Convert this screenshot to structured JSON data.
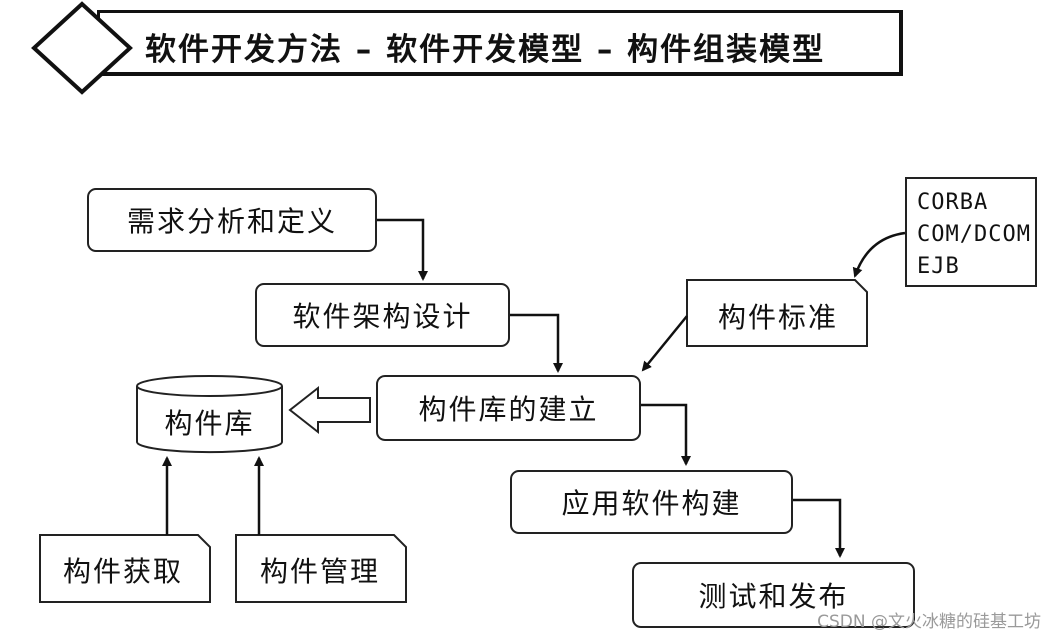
{
  "title": "软件开发方法  –  软件开发模型  –  构件组装模型",
  "nodes": {
    "requirements": "需求分析和定义",
    "architecture": "软件架构设计",
    "library_build": "构件库的建立",
    "app_build": "应用软件构建",
    "test_release": "测试和发布",
    "component_standard": "构件标准",
    "component_library": "构件库",
    "component_acquire": "构件获取",
    "component_manage": "构件管理"
  },
  "standards": [
    "CORBA",
    "COM/DCOM",
    "EJB"
  ],
  "watermark": "CSDN @文火冰糖的硅基工坊"
}
